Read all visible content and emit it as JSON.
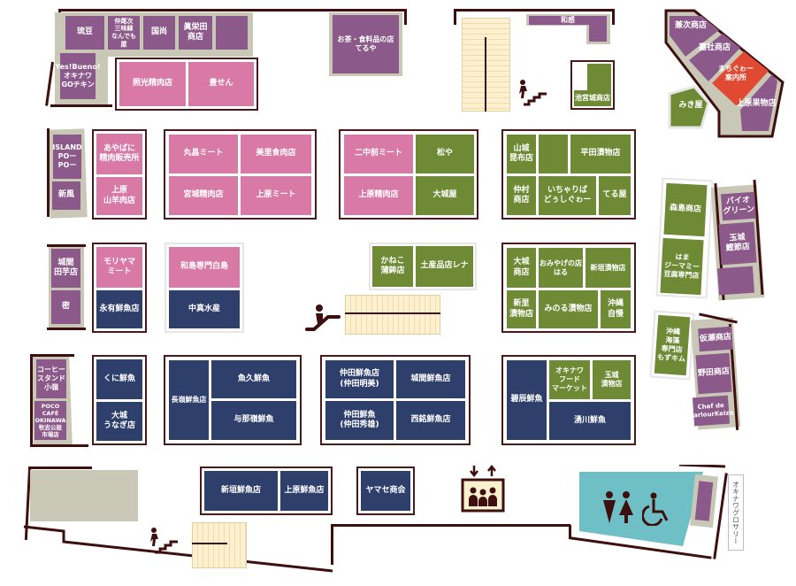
{
  "colors": {
    "purple": "#8c5a8a",
    "pink": "#d97aa6",
    "green": "#6e8a35",
    "navy": "#2f3f6b",
    "red": "#e04a32",
    "restroom": "#6fbfc6",
    "beige": "#c9c8b6",
    "wall": "#3d0f0f",
    "stairs": "#fdf0cf"
  },
  "map": {
    "top_left": {
      "s1": "琉豆",
      "s2": "仲尾次\n三味線\nなんでも屋",
      "s3": "国尚",
      "s4": "眞栄田\n商店",
      "s5": "",
      "s6": "Yes!Bueno!\nオキナワ\nGOチキン",
      "s7": "照光精肉店",
      "s8": "豊せん"
    },
    "top_mid": {
      "s1": "お茶・食料品の店\nてるや"
    },
    "top_right": {
      "s1": "和感",
      "s2": "池宮城商店"
    },
    "corner": {
      "s1": "兼次商店",
      "s2": "嘉社商店",
      "s3": "まちぐゎー\n案内所",
      "s4": "上原果物店",
      "s5": "みき屋"
    },
    "row2": {
      "left": {
        "s1": "ISLAND\nPOー\nPOー",
        "s2": "新風"
      },
      "a": {
        "s1": "あやばに\n精肉販売所",
        "s2": "上原\n山羊肉店"
      },
      "b": {
        "s1": "丸昌ミート",
        "s2": "美里食肉店",
        "s3": "宮城精肉店",
        "s4": "上原ミート"
      },
      "c": {
        "s1": "二中前ミート",
        "s2": "松や",
        "s3": "上原精肉店",
        "s4": "大城屋"
      },
      "d": {
        "s1": "山城\n昆布店",
        "s2": "",
        "s3": "平田漬物店",
        "s4": "仲村\n商店",
        "s5": "いちゃりば\nどぅしぐゎー",
        "s6": "てる屋"
      }
    },
    "right_mid": {
      "s1": "森島商店",
      "s2": "はま\nジーマミー\n豆腐専門店",
      "s3": "バイオ\nグリーン",
      "s4": "玉城\n鰹節店",
      "s5": ""
    },
    "row3": {
      "left": {
        "s1": "城間\n田芋店",
        "s2": "密"
      },
      "a": {
        "s1": "モリヤマ\nミート",
        "s2": "永有鮮魚店"
      },
      "b": {
        "s1": "和島専門白島",
        "s2": "中真水産"
      },
      "c": {
        "s1": "かねこ\n蒲鉾店",
        "s2": "土産品店レナ"
      },
      "d": {
        "s1": "大城\n商店",
        "s2": "おみやげの店\nはる",
        "s3": "新垣漬物店",
        "s4": "新里\n漬物店",
        "s5": "みのる漬物店",
        "s6": "沖縄\n自慢"
      }
    },
    "right_low": {
      "s1": "沖縄\n海藻\n専門店\nもずキム",
      "s2": "仮瀬商店",
      "s3": "野田商店",
      "s4": "Chef de\nParlourKeizo"
    },
    "row4": {
      "left": {
        "s1": "コーヒー\nスタンド\n小嶺",
        "s2": "POCO CAFÉ\nOKINAWA\n牧志公設\n市場店"
      },
      "a": {
        "s1": "くに鮮魚",
        "s2": "大城\nうなぎ店"
      },
      "b": {
        "s1": "長嶺鮮魚店",
        "s2": "魚久鮮魚",
        "s3": "与那嶺鮮魚"
      },
      "c": {
        "s1": "仲田鮮魚店\n(仲田明美)",
        "s2": "城間鮮魚店",
        "s3": "仲田鮮魚\n(仲田秀雄)",
        "s4": "西銘鮮魚店"
      },
      "d": {
        "s1": "碧辰鮮魚",
        "s2": "オキナワ\nフード\nマーケット",
        "s3": "玉城\n漬物店",
        "s4": "湧川鮮魚"
      }
    },
    "row5": {
      "s1": "新垣鮮魚店",
      "s2": "上原鮮魚店",
      "s3": "ヤマセ商会"
    },
    "grocery_label": "オキナワグロサリー"
  }
}
